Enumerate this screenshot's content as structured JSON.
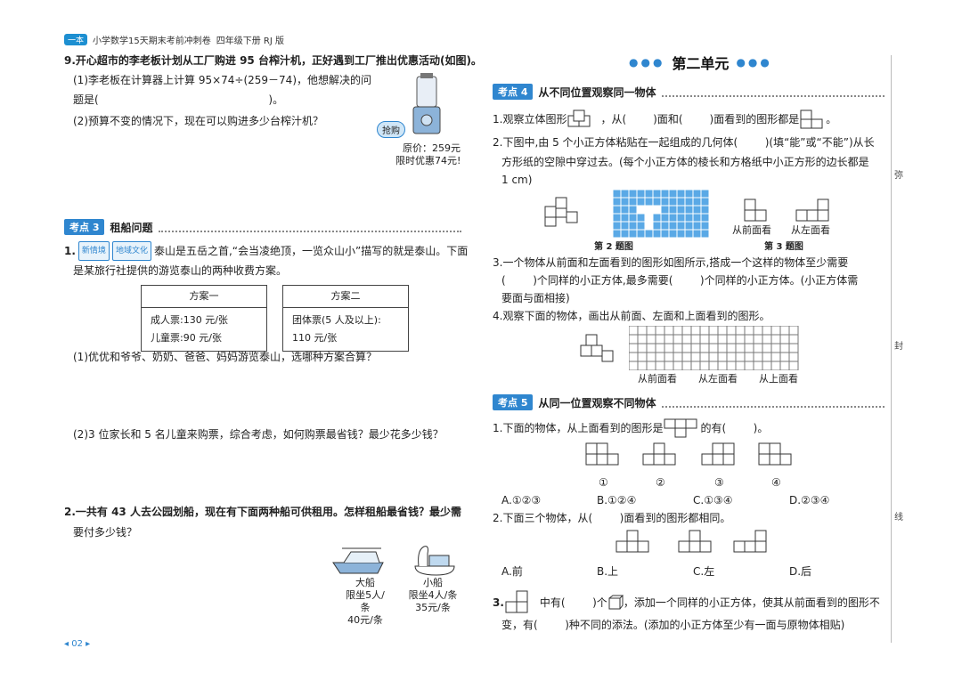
{
  "header": {
    "logo": "一本",
    "book": "小学数学15天期末考前冲刺卷",
    "grade": "四年级下册 RJ 版"
  },
  "q9": {
    "stem": "9.开心超市的李老板计划从工厂购进 95 台榨汁机，正好遇到工厂推出优惠活动(如图)。",
    "p1a": "(1)李老板在计算器上计算 95×74÷(259－74)，他想解决的问",
    "p1b": "题是(                                                  )。",
    "p2": "(2)预算不变的情况下，现在可以购进多少台榨汁机？",
    "badge": "抢购",
    "price1": "原价：259元",
    "price2": "限时优惠74元!"
  },
  "sec3": {
    "tag": "考点 3",
    "title": "租船问题"
  },
  "q1": {
    "num": "1.",
    "label": "新情境",
    "label2": "地域文化",
    "stem": "泰山是五岳之首,“会当凌绝顶，一览众山小”描写的就是泰山。下面",
    "stem2": "是某旅行社提供的游览泰山的两种收费方案。",
    "plan1": {
      "title": "方案一",
      "l1": "成人票:130 元/张",
      "l2": "儿童票:90 元/张"
    },
    "plan2": {
      "title": "方案二",
      "l1": "团体票(5 人及以上):",
      "l2": "110 元/张"
    },
    "p1": "(1)优优和爷爷、奶奶、爸爸、妈妈游览泰山，选哪种方案合算？",
    "p2": "(2)3 位家长和 5 名儿童来购票，综合考虑，如何购票最省钱？最少花多少钱？"
  },
  "q2": {
    "stem": "2.一共有 43 人去公园划船，现在有下面两种船可供租用。怎样租船最省钱？最少需",
    "stem2": "要付多少钱？",
    "big": {
      "name": "大船",
      "seat": "限坐5人/条",
      "price": "40元/条"
    },
    "small": {
      "name": "小船",
      "seat": "限坐4人/条",
      "price": "35元/条"
    }
  },
  "footer": {
    "page": "02"
  },
  "unit": {
    "title": "第二单元"
  },
  "sec4": {
    "tag": "考点 4",
    "title": "从不同位置观察同一物体"
  },
  "r1": {
    "a": "1.观察立体图形",
    "b": "，从(",
    "c": ")面和(",
    "d": ")面看到的图形都是",
    "e": "。"
  },
  "r2": {
    "l1": "2.下图中,由 5 个小正方体粘贴在一起组成的几何体(        )(填“能”或“不能”)从长",
    "l2": "方形纸的空隙中穿过去。(每个小正方体的棱长和方格纸中小正方形的边长都是",
    "l3": "1 cm)",
    "cap2": "第 2 题图",
    "cap3": "第 3 题图",
    "front": "从前面看",
    "left": "从左面看"
  },
  "r3": {
    "l1": "3.一个物体从前面和左面看到的图形如图所示,搭成一个这样的物体至少需要",
    "l2": "(        )个同样的小正方体,最多需要(        )个同样的小正方体。(小正方体需",
    "l3": "要面与面相接)"
  },
  "r4": {
    "l1": "4.观察下面的物体，画出从前面、左面和上面看到的图形。",
    "front": "从前面看",
    "left": "从左面看",
    "top": "从上面看"
  },
  "sec5": {
    "tag": "考点 5",
    "title": "从同一位置观察不同物体"
  },
  "s1": {
    "a": "1.下面的物体，从上面看到的图形是",
    "b": "的有(        )。",
    "n1": "①",
    "n2": "②",
    "n3": "③",
    "n4": "④",
    "oA": "A.①②③",
    "oB": "B.①②④",
    "oC": "C.①③④",
    "oD": "D.②③④"
  },
  "s2": {
    "l1": "2.下面三个物体，从(        )面看到的图形都相同。",
    "oA": "A.前",
    "oB": "B.上",
    "oC": "C.左",
    "oD": "D.后"
  },
  "s3": {
    "a": "中有(        )个",
    "b": "，添加一个同样的小正方体，使其从前面看到的图形不",
    "l2": "变，有(        )种不同的添法。(添加的小正方体至少有一面与原物体相贴)"
  },
  "margin": {
    "c1": "弥",
    "c2": "封",
    "c3": "线"
  }
}
